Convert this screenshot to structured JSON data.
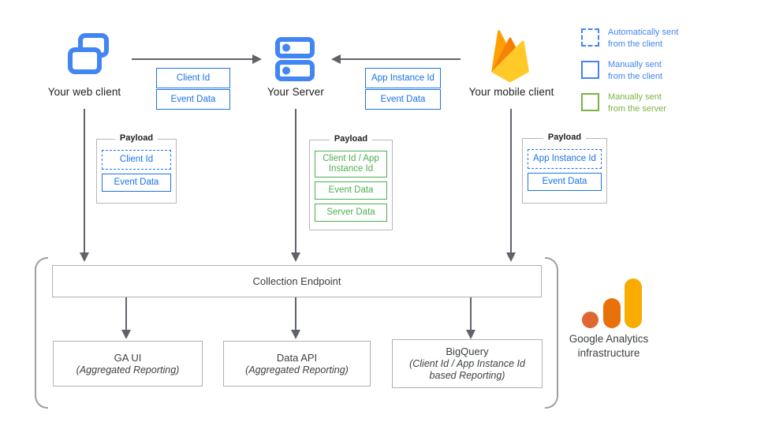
{
  "colors": {
    "icon_blue": "#4285F4",
    "box_blue": "#1A73E8",
    "box_green": "#4CAF50",
    "legend_green": "#7CB342",
    "arrow_gray": "#5F6368",
    "border_gray": "#B0B0B0",
    "text_dark": "#3C4043",
    "ga_amber": "#F9AB00",
    "ga_orange": "#E8710A",
    "ga_deep_orange": "#E0662F",
    "firebase_yellow": "#FFCA28",
    "firebase_orange": "#FFA000"
  },
  "clients": {
    "web": {
      "label": "Your web client"
    },
    "server": {
      "label": "Your Server"
    },
    "mobile": {
      "label": "Your mobile client"
    }
  },
  "flows": {
    "web_to_server": {
      "tags": [
        "Client Id",
        "Event Data"
      ]
    },
    "mobile_to_server": {
      "tags": [
        "App Instance Id",
        "Event Data"
      ]
    }
  },
  "legend": {
    "items": [
      {
        "style": "dashed-blue",
        "line1": "Automatically sent",
        "line2": "from the client"
      },
      {
        "style": "solid-blue",
        "line1": "Manually sent",
        "line2": "from the client"
      },
      {
        "style": "solid-green",
        "line1": "Manually sent",
        "line2": "from the server"
      }
    ]
  },
  "payloads": {
    "web": {
      "title": "Payload",
      "items": [
        {
          "label": "Client Id",
          "style": "dashed-blue"
        },
        {
          "label": "Event Data",
          "style": "solid-blue"
        }
      ]
    },
    "server": {
      "title": "Payload",
      "items": [
        {
          "label": "Client Id / App Instance Id",
          "style": "solid-green"
        },
        {
          "label": "Event Data",
          "style": "solid-green"
        },
        {
          "label": "Server Data",
          "style": "solid-green"
        }
      ]
    },
    "mobile": {
      "title": "Payload",
      "items": [
        {
          "label": "App Instance Id",
          "style": "dashed-blue"
        },
        {
          "label": "Event Data",
          "style": "solid-blue"
        }
      ]
    }
  },
  "infrastructure": {
    "endpoint_label": "Collection Endpoint",
    "outputs": [
      {
        "title": "GA UI",
        "subtitle": "(Aggregated Reporting)"
      },
      {
        "title": "Data API",
        "subtitle": "(Aggregated Reporting)"
      },
      {
        "title": "BigQuery",
        "subtitle": "(Client Id / App Instance Id based Reporting)"
      }
    ],
    "brand": {
      "line1": "Google Analytics",
      "line2": "infrastructure"
    }
  }
}
